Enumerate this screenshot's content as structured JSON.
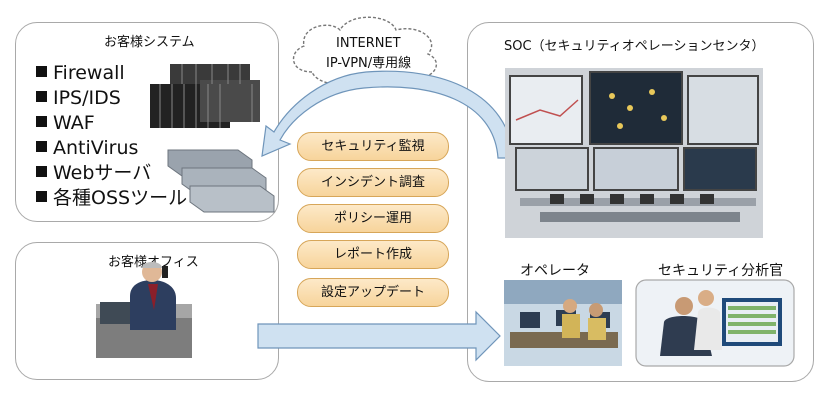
{
  "customer_system": {
    "title": "お客様システム",
    "items": [
      "Firewall",
      "IPS/IDS",
      "WAF",
      "AntiVirus",
      "Webサーバ",
      "各種OSSツール"
    ]
  },
  "customer_office": {
    "title": "お客様オフィス"
  },
  "cloud": {
    "line1": "INTERNET",
    "line2": "IP-VPN/専用線"
  },
  "services": [
    "セキュリティ監視",
    "インシデント調査",
    "ポリシー運用",
    "レポート作成",
    "設定アップデート"
  ],
  "soc": {
    "title": "SOC（セキュリティオペレーションセンタ）",
    "operator_label": "オペレータ",
    "analyst_label": "セキュリティ分析官"
  },
  "colors": {
    "arrow_fill": "#cfe1f1",
    "arrow_stroke": "#6f95ba",
    "service_fill": "#f9dcae",
    "service_border": "#d7a659"
  }
}
